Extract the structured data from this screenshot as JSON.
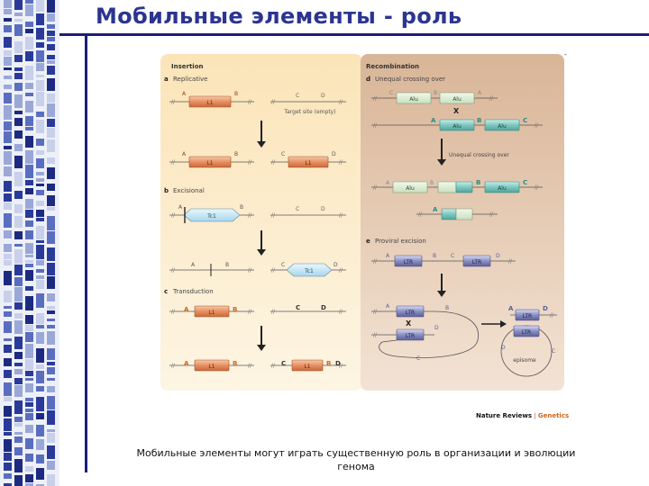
{
  "title": "Мобильные элементы - роль",
  "caption": "Мобильные элементы могут играть существенную роль в организации и эволюции генома",
  "credit": {
    "brand": "Nature Reviews",
    "sep": "|",
    "journal": "Genetics"
  },
  "colors": {
    "accent": "#1a1f7a",
    "title": "#2b3590",
    "insertion_bg": "#fcefd2",
    "recombination_bg": "#e3c9b1",
    "orange_box": "#e88f62",
    "teal_box": "#7ec8c0",
    "purple_box": "#8a8fc0",
    "blue_box": "#bfe3f3"
  },
  "figure": {
    "insertion_heading": "Insertion",
    "recombination_heading": "Recombination",
    "a_letter": "a",
    "a_label": "Replicative",
    "b_letter": "b",
    "b_label": "Excisional",
    "c_letter": "c",
    "c_label": "Transduction",
    "d_letter": "d",
    "d_label": "Unequal crossing over",
    "e_letter": "e",
    "e_label": "Proviral excision",
    "target_site": "Target site (empty)",
    "unequal": "Unequal crossing over",
    "episome": "episome",
    "L1": "L1",
    "Tc1": "Tc1",
    "Alu": "Alu",
    "LTR": "LTR",
    "A": "A",
    "B": "B",
    "C": "C",
    "D": "D",
    "X": "X"
  }
}
